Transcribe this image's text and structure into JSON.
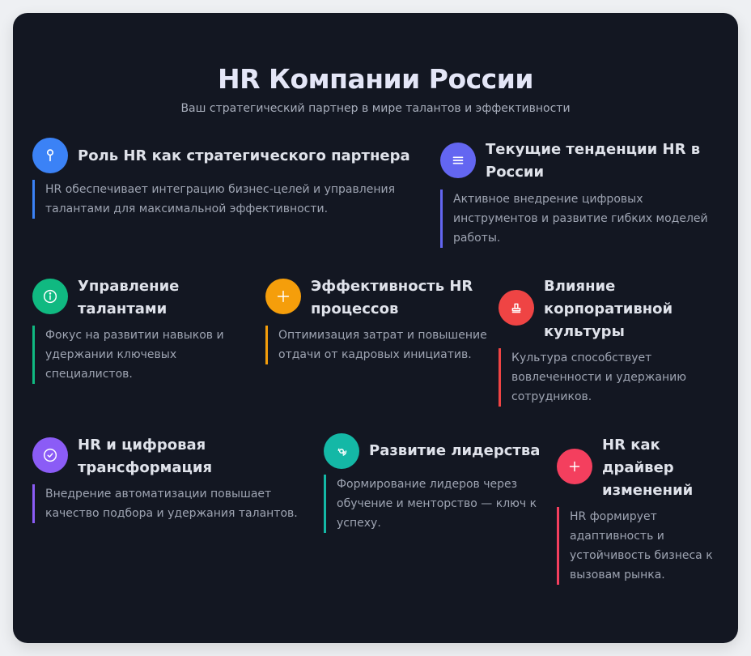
{
  "header": {
    "title": "HR Компании России",
    "subtitle": "Ваш стратегический партнер в мире талантов и эффективности"
  },
  "items": [
    {
      "title": "Роль HR как стратегического партнера",
      "description": "HR обеспечивает интеграцию бизнес-целей и управления талантами для максимальной эффективности.",
      "icon": "pin-icon",
      "color": "#3b82f6"
    },
    {
      "title": "Текущие тенденции HR в России",
      "description": "Активное внедрение цифровых инструментов и развитие гибких моделей работы.",
      "icon": "menu-icon",
      "color": "#6366f1"
    },
    {
      "title": "Управление талантами",
      "description": "Фокус на развитии навыков и удержании ключевых специалистов.",
      "icon": "info-icon",
      "color": "#10b981"
    },
    {
      "title": "Эффективность HR процессов",
      "description": "Оптимизация затрат и повышение отдачи от кадровых инициатив.",
      "icon": "plus-icon",
      "color": "#f59e0b"
    },
    {
      "title": "Влияние корпоративной культуры",
      "description": "Культура способствует вовлеченности и удержанию сотрудников.",
      "icon": "stamp-icon",
      "color": "#ef4444"
    },
    {
      "title": "HR и цифровая трансформация",
      "description": "Внедрение автоматизации повышает качество подбора и удержания талантов.",
      "icon": "check-circle-icon",
      "color": "#8b5cf6"
    },
    {
      "title": "Развитие лидерства",
      "description": "Формирование лидеров через обучение и менторство — ключ к успеху.",
      "icon": "broadcast-icon",
      "color": "#14b8a6"
    },
    {
      "title": "HR как драйвер изменений",
      "description": "HR формирует адаптивность и устойчивость бизнеса к вызовам рынка.",
      "icon": "plus-icon",
      "color": "#f43f5e"
    }
  ]
}
